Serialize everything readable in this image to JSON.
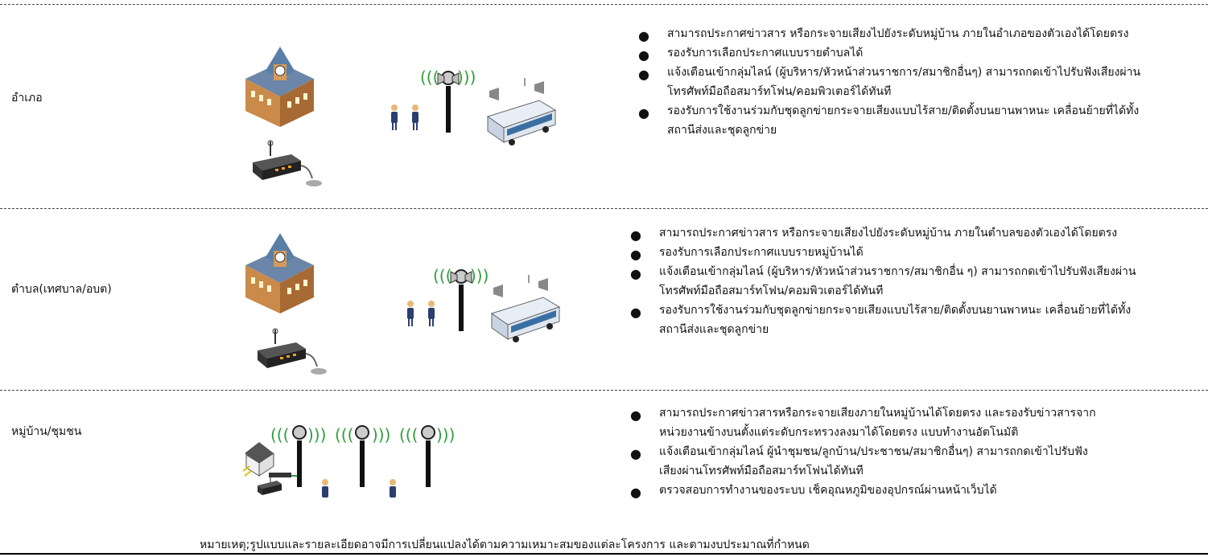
{
  "rows": [
    {
      "level": "อำเภอ",
      "bullets": [
        "สามารถประกาศข่าวสาร หรือกระจายเสียงไปยังระดับหมู่บ้าน ภายในอำเภอของตัวเองได้โดยตรง",
        "รองรับการเลือกประกาศแบบรายตำบลได้",
        "แจ้งเตือนเข้ากลุ่มไลน์ (ผู้บริหาร/หัวหน้าส่วนราชการ/สมาชิกอื่นๆ) สามารถกดเข้าไปรับฟังเสียงผ่าน\nโทรศัพท์มือถือสมาร์ทโฟน/คอมพิวเตอร์ได้ทันที",
        "รองรับการใช้งานร่วมกับชุดลูกข่ายกระจายเสียงแบบไร้สาย/ติดตั้งบนยานพาหนะ เคลื่อนย้ายที่ได้ทั้ง\nสถานีส่งและชุดลูกข่าย"
      ]
    },
    {
      "level": "ตำบล(เทศบาล/อบต)",
      "bullets": [
        "สามารถประกาศข่าวสาร หรือกระจายเสียงไปยังระดับหมู่บ้าน ภายในตำบลของตัวเองได้โดยตรง",
        "รองรับการเลือกประกาศแบบรายหมู่บ้านได้",
        "แจ้งเตือนเข้ากลุ่มไลน์ (ผู้บริหาร/หัวหน้าส่วนราชการ/สมาชิกอื่น ๆ) สามารถกดเข้าไปรับฟังเสียงผ่าน\nโทรศัพท์มือถือสมาร์ทโฟน/คอมพิวเตอร์ได้ทันที",
        "รองรับการใช้งานร่วมกับชุดลูกข่ายกระจายเสียงแบบไร้สาย/ติดตั้งบนยานพาหนะ เคลื่อนย้ายที่ได้ทั้ง\nสถานีส่งและชุดลูกข่าย"
      ]
    },
    {
      "level": "หมู่บ้าน/ชุมชน",
      "bullets": [
        "สามารถประกาศข่าวสารหรือกระจายเสียงภายในหมู่บ้านได้โดยตรง และรองรับข่าวสารจาก\nหน่วยงานข้างบนตั้งแต่ระดับกระทรวงลงมาได้โดยตรง แบบทำงานอัตโนมัติ",
        "แจ้งเตือนเข้ากลุ่มไลน์ ผู้นำชุมชน/ลูกบ้าน/ประชาชน/สมาชิกอื่นๆ) สามารถกดเข้าไปรับฟัง\nเสียงผ่านโทรศัพท์มือถือสมาร์ทโฟนได้ทันที",
        "ตรวจสอบการทำงานของระบบ เช็คอุณหภูมิของอุปกรณ์ผ่านหน้าเว็บได้"
      ]
    }
  ],
  "note": "หมายเหตุ;รูปแบบและรายละเอียดอาจมีการเปลี่ยนแปลงได้ตามความเหมาะสมของแต่ละโครงการ และตามงบประมาณที่กำหนด",
  "colors": {
    "accent": "#2f9e3a",
    "building": "#c98a4a",
    "roof": "#5a7fa6",
    "bus": "#dfe6ef"
  }
}
